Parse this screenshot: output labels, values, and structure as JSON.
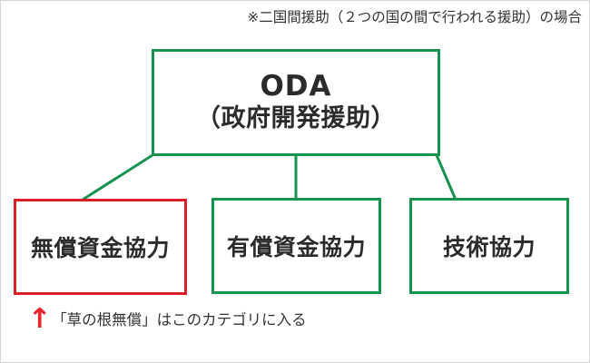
{
  "diagram": {
    "top_note": "※二国間援助（２つの国の間で行われる援助）の場合",
    "root": {
      "line1": "ODA",
      "line2": "（政府開発援助）",
      "border_color": "#17924f"
    },
    "children": [
      {
        "label": "無償資金協力",
        "border_color": "#d81f26",
        "highlighted": "true"
      },
      {
        "label": "有償資金協力",
        "border_color": "#17924f",
        "highlighted": "false"
      },
      {
        "label": "技術協力",
        "border_color": "#17924f",
        "highlighted": "false"
      }
    ],
    "bottom_note": {
      "arrow_glyph": "↑",
      "arrow_color": "#e8272d",
      "text": "「草の根無償」はこのカテゴリに入る"
    },
    "connector_color": "#17924f"
  }
}
